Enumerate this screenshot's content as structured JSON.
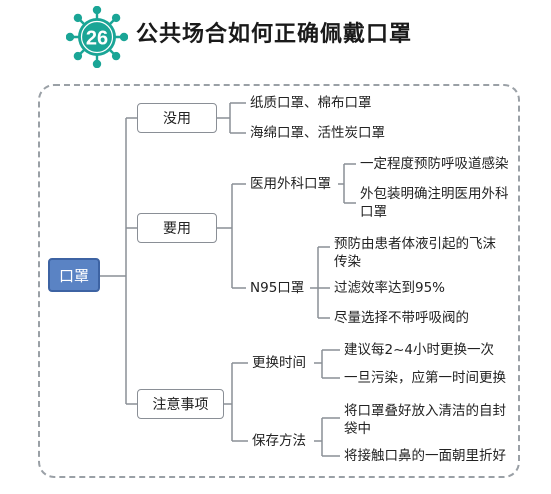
{
  "header": {
    "badge_number": "26",
    "title": "公共场合如何正确佩戴口罩"
  },
  "colors": {
    "teal": "#1aa596",
    "root_fill": "#5a83c4",
    "line": "#8a8f96"
  },
  "mindmap": {
    "root": "口罩",
    "useless": {
      "label": "没用",
      "items": [
        "纸质口罩、棉布口罩",
        "海绵口罩、活性炭口罩"
      ]
    },
    "needed": {
      "label": "要用",
      "surgical": {
        "label": "医用外科口罩",
        "items": [
          "一定程度预防呼吸道感染",
          "外包装明确注明医用外科口罩"
        ]
      },
      "n95": {
        "label": "N95口罩",
        "items": [
          "预防由患者体液引起的飞沫传染",
          "过滤效率达到95%",
          "尽量选择不带呼吸阀的"
        ]
      }
    },
    "notes": {
      "label": "注意事项",
      "time": {
        "label": "更换时间",
        "items": [
          "建议每2~4小时更换一次",
          "一旦污染，应第一时间更换"
        ]
      },
      "storage": {
        "label": "保存方法",
        "items": [
          "将口罩叠好放入清洁的自封袋中",
          "将接触口鼻的一面朝里折好"
        ]
      }
    }
  }
}
